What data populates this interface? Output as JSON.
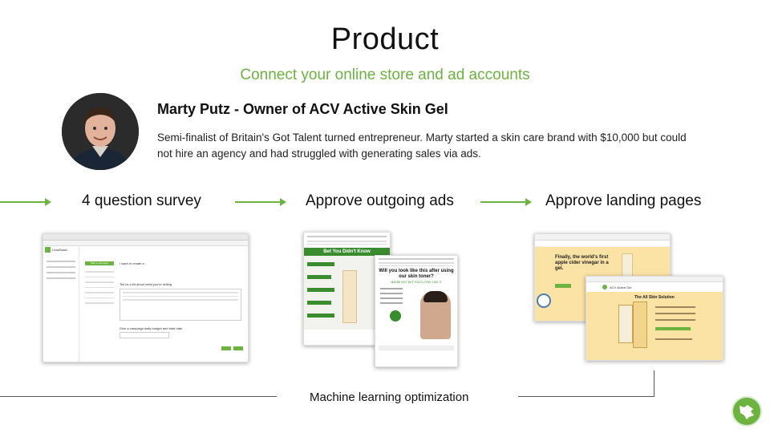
{
  "header": {
    "title": "Product",
    "subtitle": "Connect your online store and ad accounts"
  },
  "person": {
    "name": "Marty Putz - Owner of ACV Active Skin Gel",
    "bio": "Semi-finalist of Britain's Got Talent turned entrepreneur. Marty started a skin care brand with $10,000 but could not hire an agency and had struggled with generating sales via ads."
  },
  "steps": [
    {
      "label": "4 question survey"
    },
    {
      "label": "Approve outgoing ads"
    },
    {
      "label": "Approve landing pages"
    }
  ],
  "footer": {
    "loop_label": "Machine learning optimization"
  },
  "screens": {
    "survey": {
      "app_name": "LeadSlash",
      "button_label": "Start a campaign",
      "question_1": "I want to create a",
      "question_2": "Tell us a bit about what you're selling",
      "question_3": "Give a campaign daily budget and start date"
    },
    "ads": {
      "ad1_headline": "Bet You Didn't Know",
      "ad2_headline": "Will you look like this after using our skin toner?",
      "ad2_subline": "MAYBE NOT BUT YOU'LL FEEL LIKE IT"
    },
    "landing": {
      "page1_headline": "Finally, the world's first apple cider vinegar in a gel.",
      "page2_brand": "ACV Active Gel",
      "page2_headline": "The All Skin Solution"
    }
  },
  "colors": {
    "accent": "#6db33f",
    "landing_bg": "#fbe2a5",
    "ad_green": "#3a8d2f"
  }
}
